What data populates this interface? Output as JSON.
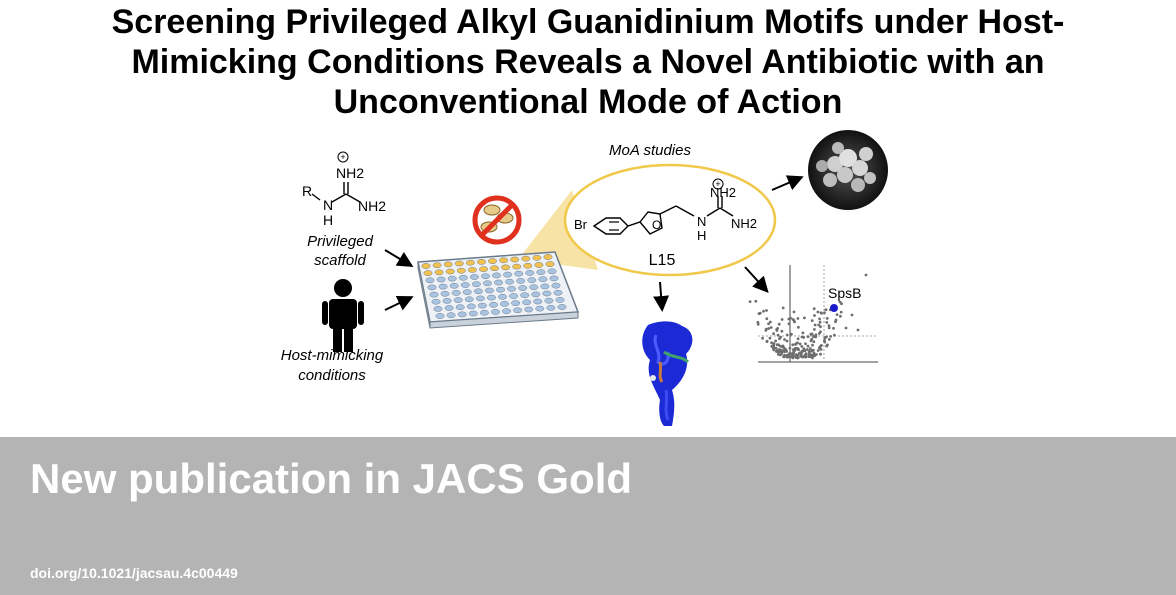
{
  "title": {
    "line1": "Screening Privileged Alkyl Guanidinium Motifs under Host-",
    "line2": "Mimicking Conditions Reveals a Novel Antibiotic with an",
    "line3": "Unconventional Mode of Action"
  },
  "figure": {
    "scaffold": {
      "r": "R",
      "n": "N",
      "h": "H",
      "nh2_top": "NH2",
      "nh2_right": "NH2",
      "caption_line1": "Privileged",
      "caption_line2": "scaffold"
    },
    "host": {
      "caption_line1": "Host-mimicking",
      "caption_line2": "conditions"
    },
    "moa_label": "MoA studies",
    "compound": {
      "br": "Br",
      "o": "O",
      "n": "N",
      "h": "H",
      "nh2_top": "NH2",
      "nh2_right": "NH2",
      "name": "L15"
    },
    "volcano": {
      "label": "SpsB"
    }
  },
  "footer": {
    "headline": "New publication in JACS Gold",
    "doi": "doi.org/10.1021/jacsau.4c00449"
  },
  "colors": {
    "footer_bg": "#b4b4b4",
    "plate_blue": "#a9c4e0",
    "plate_yellow": "#f3c14e",
    "spsb_dot": "#1a1acc",
    "protein_blue": "#1c2ad6",
    "forbidden_red": "#e0301e"
  }
}
